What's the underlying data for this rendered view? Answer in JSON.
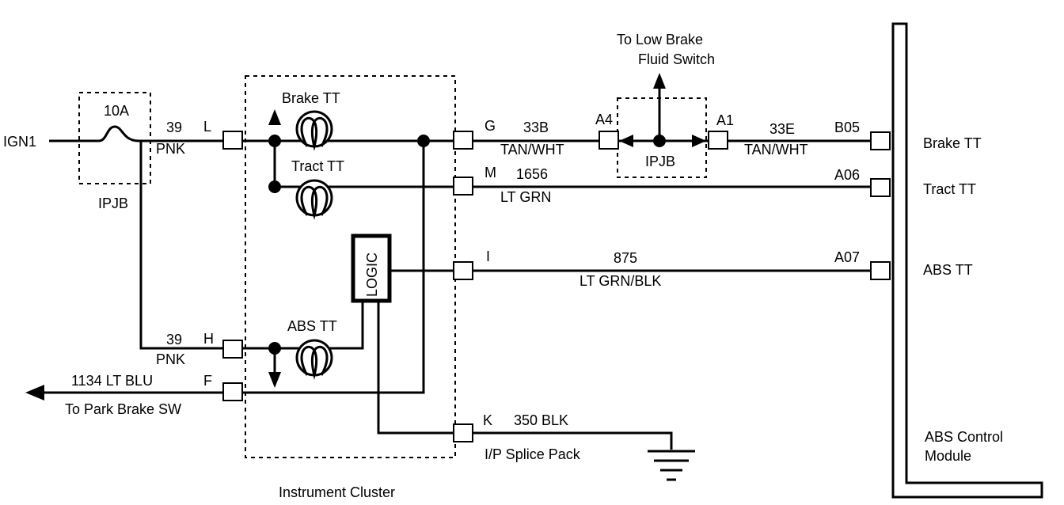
{
  "labels": {
    "ign1": "IGN1",
    "fuse_rating": "10A",
    "ipjb_left": "IPJB",
    "wire39_num_top": "39",
    "wire39_color_top": "PNK",
    "pin_L": "L",
    "wire39_num_bot": "39",
    "wire39_color_bot": "PNK",
    "pin_H": "H",
    "wire1134": "1134 LT BLU",
    "pin_F": "F",
    "to_park_brake": "To Park Brake SW",
    "brake_tt_lamp": "Brake TT",
    "tract_tt_lamp": "Tract TT",
    "abs_tt_lamp": "ABS TT",
    "logic": "LOGIC",
    "instrument_cluster": "Instrument Cluster",
    "pin_G": "G",
    "wire33b_num": "33B",
    "wire33b_color": "TAN/WHT",
    "pin_A4": "A4",
    "to_low_brake_1": "To Low Brake",
    "to_low_brake_2": "Fluid Switch",
    "ipjb_right": "IPJB",
    "pin_A1": "A1",
    "wire33e_num": "33E",
    "wire33e_color": "TAN/WHT",
    "pin_B05": "B05",
    "pin_M": "M",
    "wire1656_num": "1656",
    "wire1656_color": "LT GRN",
    "pin_A06": "A06",
    "pin_I": "I",
    "wire875_num": "875",
    "wire875_color": "LT GRN/BLK",
    "pin_A07": "A07",
    "pin_K": "K",
    "wire350": "350 BLK",
    "splice_pack": "I/P Splice Pack",
    "module_brake_tt": "Brake TT",
    "module_tract_tt": "Tract TT",
    "module_abs_tt": "ABS TT",
    "module_name_1": "ABS Control",
    "module_name_2": "Module"
  },
  "colors": {
    "ink": "#000000",
    "paper": "#ffffff"
  }
}
